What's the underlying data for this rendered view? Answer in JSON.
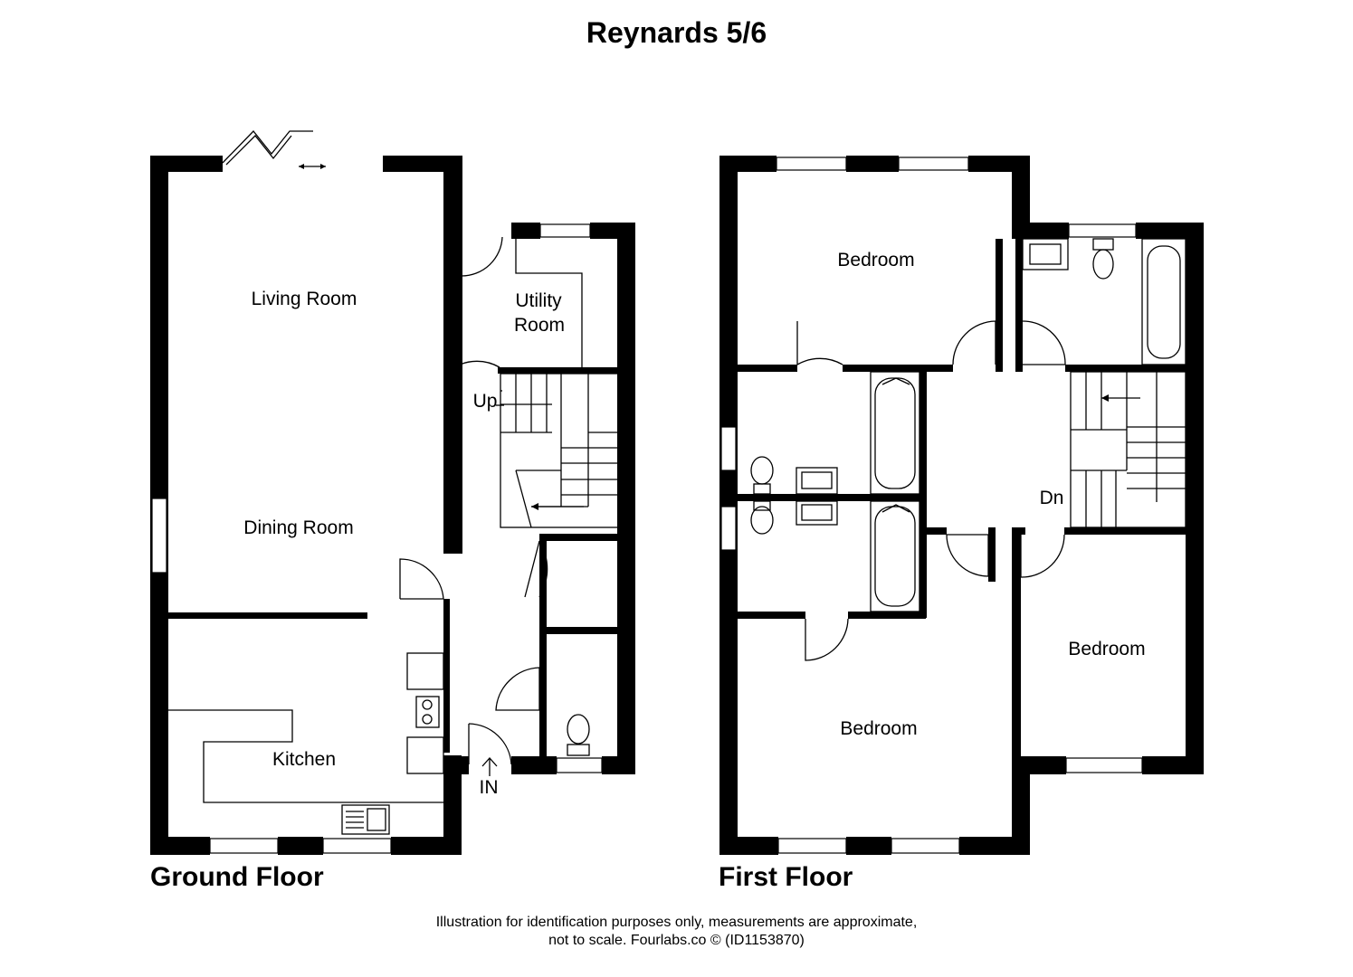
{
  "title": "Reynards 5/6",
  "floors": {
    "ground": "Ground Floor",
    "first": "First Floor"
  },
  "rooms": {
    "living_room": "Living Room",
    "dining_room": "Dining Room",
    "utility_line1": "Utility",
    "utility_line2": "Room",
    "kitchen": "Kitchen",
    "bedroom_front": "Bedroom",
    "bedroom_right": "Bedroom",
    "bedroom_rear": "Bedroom"
  },
  "markers": {
    "up": "Up",
    "down": "Dn",
    "entrance": "IN"
  },
  "disclaimer": {
    "line1": "Illustration for identification purposes only, measurements are approximate,",
    "line2": "not to scale. Fourlabs.co © (ID1153870)"
  }
}
